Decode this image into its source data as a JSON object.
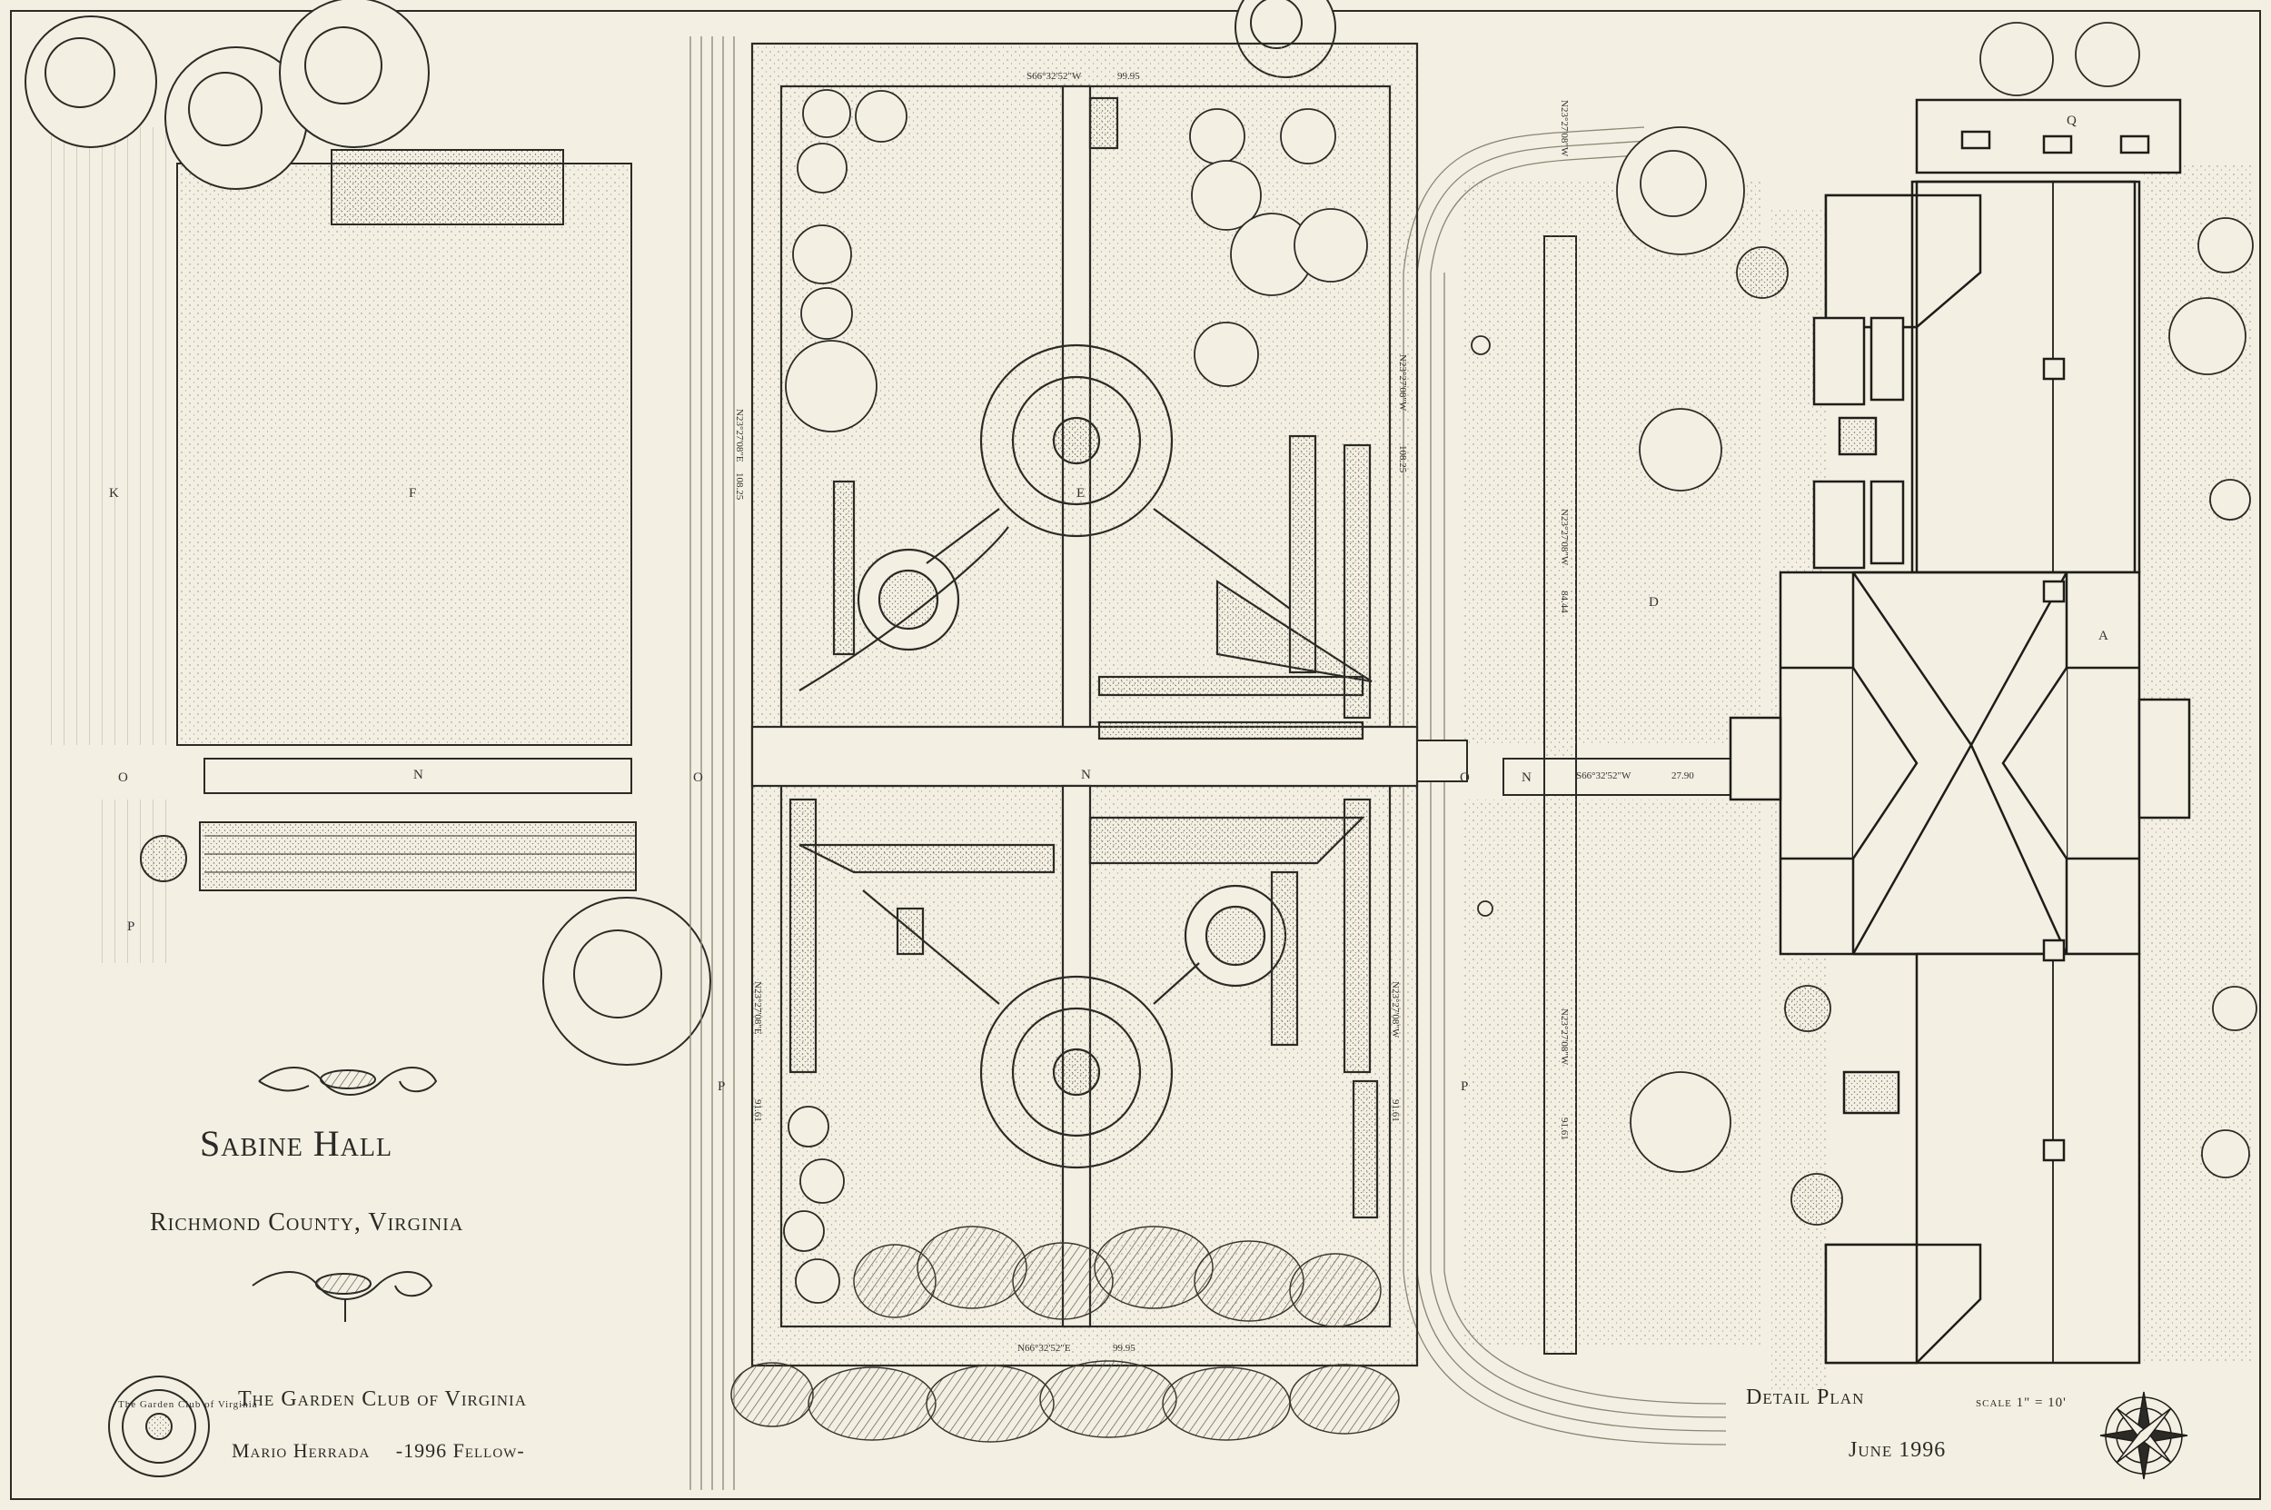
{
  "title": "Sabine Hall",
  "location": "Richmond County, Virginia",
  "organization": "The Garden Club of Virginia",
  "author": "Mario Herrada",
  "fellowship": "-1996 Fellow-",
  "plan_label": "Detail Plan",
  "date": "June 1996",
  "scale": "scale 1\" = 10'",
  "seal_text": "The Garden Club of Virginia",
  "area_labels": {
    "house": "A",
    "lawn": "D",
    "garden_upper": "E",
    "terrace": "F",
    "west_edge": "K",
    "walk_west": "N",
    "walk_center": "N",
    "walk_east": "N",
    "road_west": "O",
    "road_center": "O",
    "road_east": "O",
    "path_p1": "P",
    "path_p2": "P",
    "path_p3": "P",
    "outbuilding": "Q"
  },
  "bearings": {
    "top": "S66°32'52\"W",
    "top_dist": "99.95",
    "bottom": "N66°32'52\"E",
    "bottom_dist": "99.95",
    "left_upper": "N23°27'08\"E",
    "left_upper_dist": "108.25",
    "right_upper": "N23°27'08\"W",
    "right_upper_dist": "108.25",
    "left_lower": "N23°27'08\"E",
    "left_lower_dist": "91.61",
    "right_lower": "N23°27'08\"W",
    "right_lower_dist": "91.61",
    "walk": "S66°32'52\"W",
    "walk_dist": "27.90",
    "drive_upper": "N23°27'08\"W",
    "drive_mid": "N23°27'08\"W",
    "drive_mid_dist": "84.44",
    "drive_lower": "N23°27'08\"W",
    "drive_lower_dist": "91.61"
  },
  "colors": {
    "paper": "#f3efe2",
    "ink": "#2b2a26",
    "stipple": "#8d887a",
    "shrub_fill": "#b9b4a6"
  }
}
